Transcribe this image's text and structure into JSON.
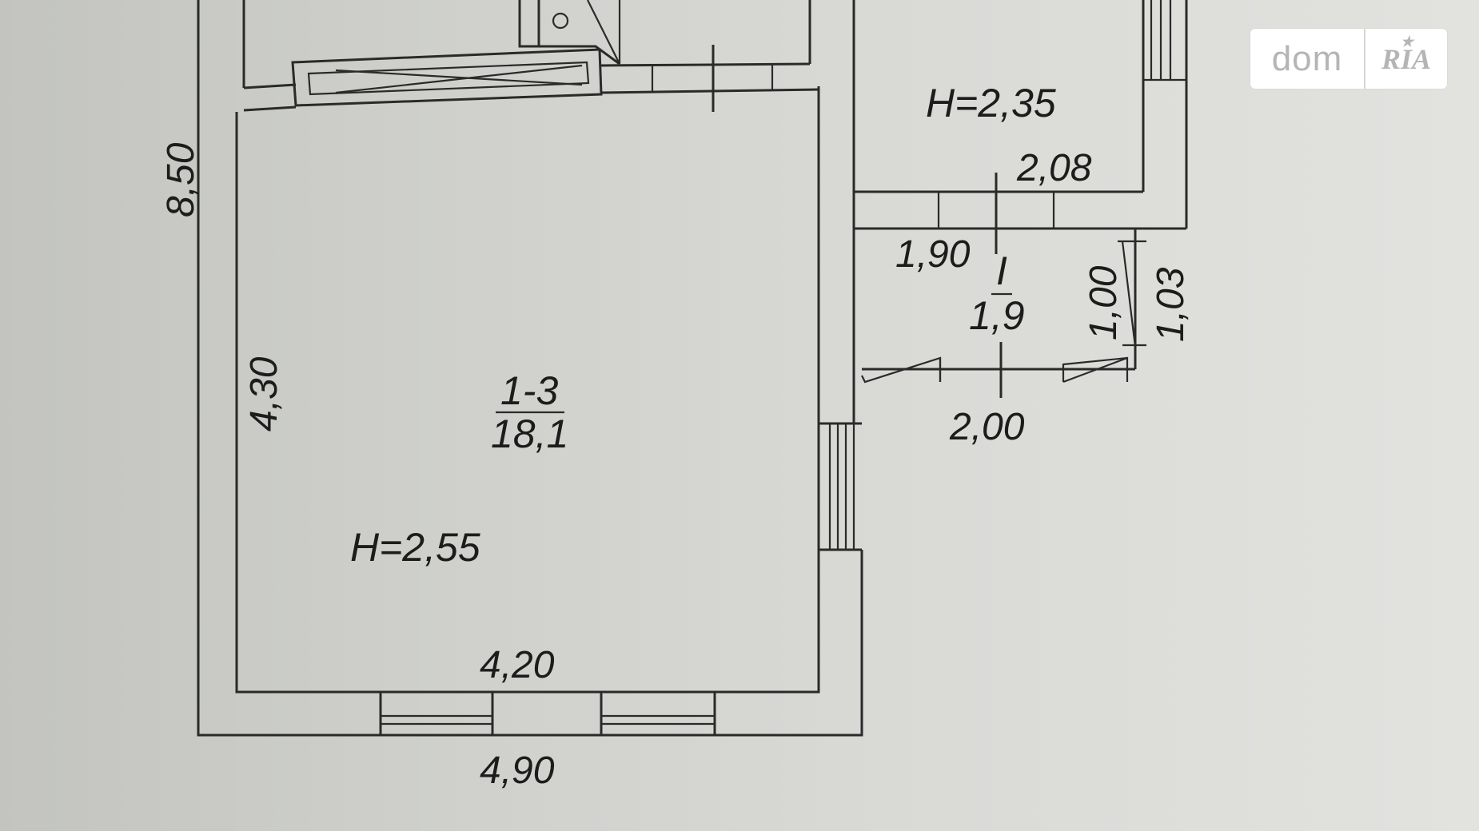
{
  "plan": {
    "dimensions": {
      "outer_height": "8,50",
      "room_height_side": "4,30",
      "room_width_inner": "4,20",
      "outer_width": "4,90",
      "upper_room_width": "2,08",
      "hall_width_top": "1,90",
      "hall_width_bottom": "2,00",
      "door_inner": "1,00",
      "door_outer": "1,03"
    },
    "rooms": {
      "main_id": "1-3",
      "main_area": "18,1",
      "main_height": "H=2,55",
      "upper_height": "H=2,35",
      "hall_id": "I",
      "hall_area": "1,9"
    }
  },
  "watermark": {
    "part1": "dom",
    "part2": "RIA"
  }
}
